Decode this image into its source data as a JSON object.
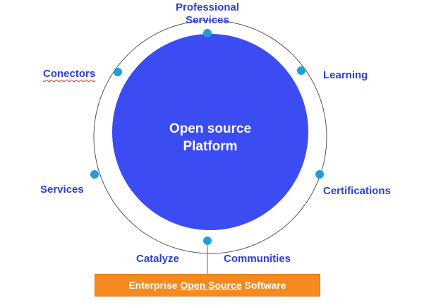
{
  "diagram": {
    "center": {
      "line1": "Open source",
      "line2": "Platform"
    },
    "nodes": {
      "professional_services": {
        "line1": "Professional",
        "line2": "Services"
      },
      "learning": "Learning",
      "certifications": "Certifications",
      "communities": "Communities",
      "catalyze": "Catalyze",
      "services": "Services",
      "conectors": "Conectors"
    },
    "banner": {
      "prefix": "Enterprise ",
      "highlight": "Open Source",
      "suffix": " Software"
    }
  },
  "colors": {
    "center_fill": "#3a4cf2",
    "label_text": "#2b40d8",
    "node_dot": "#1e9fd6",
    "ring_stroke": "#555555",
    "banner_fill": "#f58a1f"
  }
}
